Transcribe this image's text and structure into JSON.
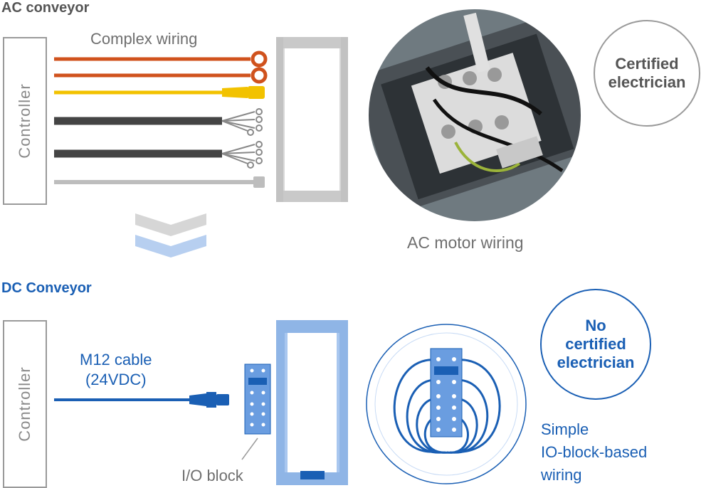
{
  "ac": {
    "heading": "AC conveyor",
    "controller_label": "Controller",
    "wiring_label": "Complex wiring",
    "motor_caption": "AC motor wiring",
    "badge": "Certified\nelectrician"
  },
  "dc": {
    "heading": "DC Conveyor",
    "controller_label": "Controller",
    "cable_label_line1": "M12 cable",
    "cable_label_line2": "(24VDC)",
    "io_block_label": "I/O block",
    "badge_line1": "No",
    "badge_line2": "certified",
    "badge_line3": "electrician",
    "wiring_line1": "Simple",
    "wiring_line2": "IO-block-based",
    "wiring_line3": "wiring"
  },
  "colors": {
    "ac_gray": "#555555",
    "dc_blue": "#1a5fb4",
    "wire_orange": "#d0521d",
    "wire_yellow": "#f2c200",
    "wire_dark": "#444444",
    "frame_gray": "#c9c9c9",
    "frame_blue": "#8fb5e6"
  }
}
